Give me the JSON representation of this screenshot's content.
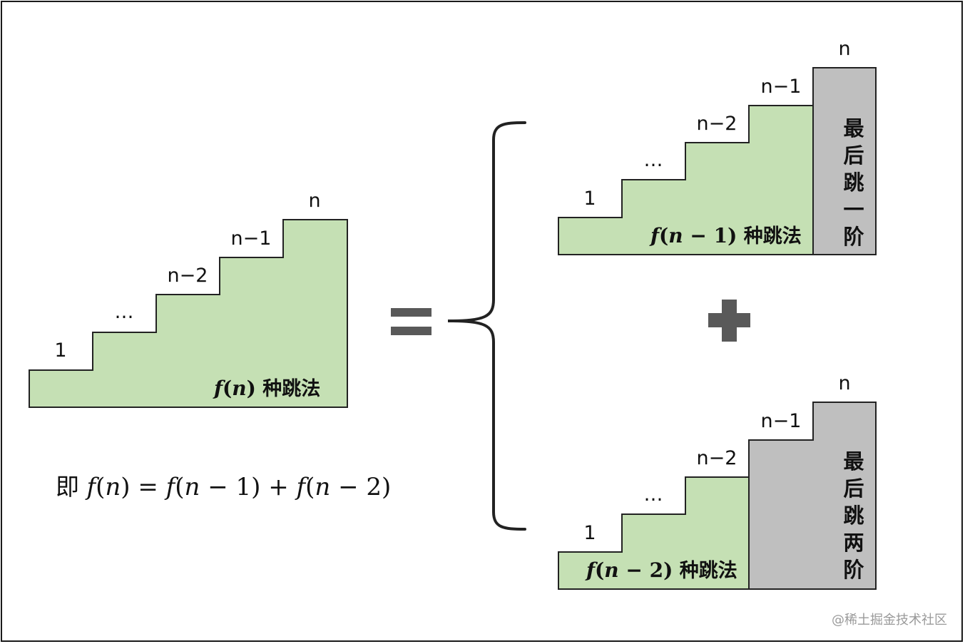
{
  "colors": {
    "green_fill": "#c5e0b4",
    "gray_fill": "#bfbfbf",
    "outline": "#222222",
    "operator": "#595959",
    "text": "#111111",
    "watermark": "#9a9a9a"
  },
  "left": {
    "labels": {
      "one": "1",
      "dots": "…",
      "n_minus_2": "n−2",
      "n_minus_1": "n−1",
      "n": "n"
    },
    "caption": {
      "math_f": "f",
      "paren_open": "(",
      "math_n": "n",
      "paren_close": ")",
      "text": " 种跳法"
    }
  },
  "operator_equal": "=",
  "operator_plus": "+",
  "top_right": {
    "labels": {
      "one": "1",
      "dots": "…",
      "n_minus_2": "n−2",
      "n_minus_1": "n−1",
      "n": "n"
    },
    "caption": {
      "math_f": "f",
      "paren_open": "(",
      "math_n": "n",
      "minus": " − ",
      "num": "1",
      "paren_close": ")",
      "text": " 种跳法"
    },
    "gray_chars": [
      "最",
      "后",
      "跳",
      "一",
      "阶"
    ]
  },
  "bottom_right": {
    "labels": {
      "one": "1",
      "dots": "…",
      "n_minus_2": "n−2",
      "n_minus_1": "n−1",
      "n": "n"
    },
    "caption": {
      "math_f": "f",
      "paren_open": "(",
      "math_n": "n",
      "minus": " − ",
      "num": "2",
      "paren_close": ")",
      "text": " 种跳法"
    },
    "gray_chars": [
      "最",
      "后",
      "跳",
      "两",
      "阶"
    ]
  },
  "formula": {
    "prefix": "即 ",
    "f1": "f",
    "p1": "(",
    "n1": "n",
    "c1": ")",
    "eq": " = ",
    "f2": "f",
    "p2": "(",
    "n2": "n",
    "m2": " − 1",
    "c2": ")",
    "plus": " + ",
    "f3": "f",
    "p3": "(",
    "n3": "n",
    "m3": " − 2",
    "c3": ")"
  },
  "watermark": "@稀土掘金技术社区"
}
